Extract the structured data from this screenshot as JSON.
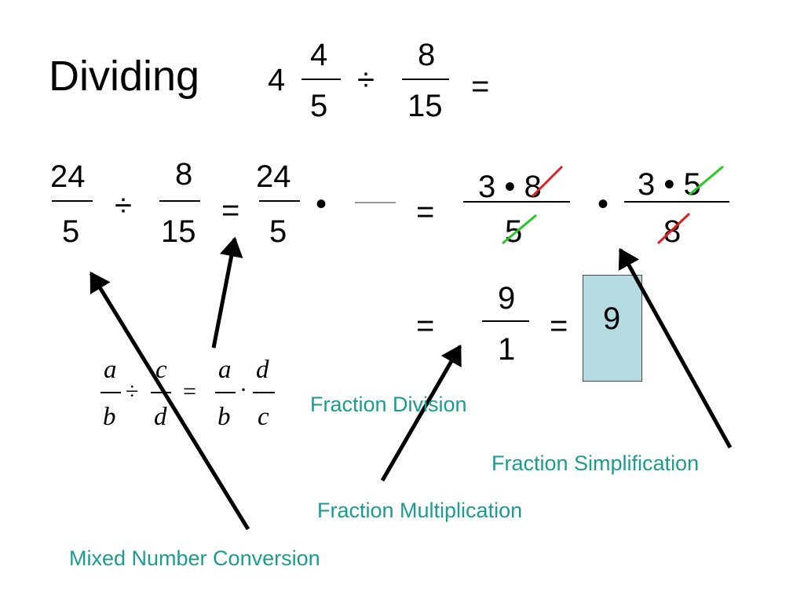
{
  "title": "Dividing",
  "problem": {
    "whole": "4",
    "frac1_num": "4",
    "frac1_den": "5",
    "op": "÷",
    "frac2_num": "8",
    "frac2_den": "15",
    "equals": "="
  },
  "step1": {
    "f1_num": "24",
    "f1_den": "5",
    "op": "÷",
    "f2_num": "8",
    "f2_den": "15",
    "equals": "=",
    "f3_num": "24",
    "f3_den": "5",
    "dot": "•"
  },
  "step2": {
    "equals": "=",
    "a_num": "3 • 8",
    "a_den": "5",
    "dot": "•",
    "b_num": "3 • 5",
    "b_den": "8"
  },
  "step3": {
    "equals1": "=",
    "num": "9",
    "den": "1",
    "equals2": "=",
    "answer": "9"
  },
  "formula": {
    "a": "a",
    "b": "b",
    "c": "c",
    "d": "d",
    "div": "÷",
    "eq": "=",
    "cdot": "·"
  },
  "labels": {
    "fraction_division": "Fraction Division",
    "fraction_simplification": "Fraction Simplification",
    "fraction_multiplication": "Fraction Multiplication",
    "mixed_number_conversion": "Mixed Number Conversion"
  },
  "colors": {
    "label": "#1a9c8e",
    "answer_box": "#b4dbe0",
    "strike_red": "#e02020",
    "strike_green": "#22cc22"
  }
}
